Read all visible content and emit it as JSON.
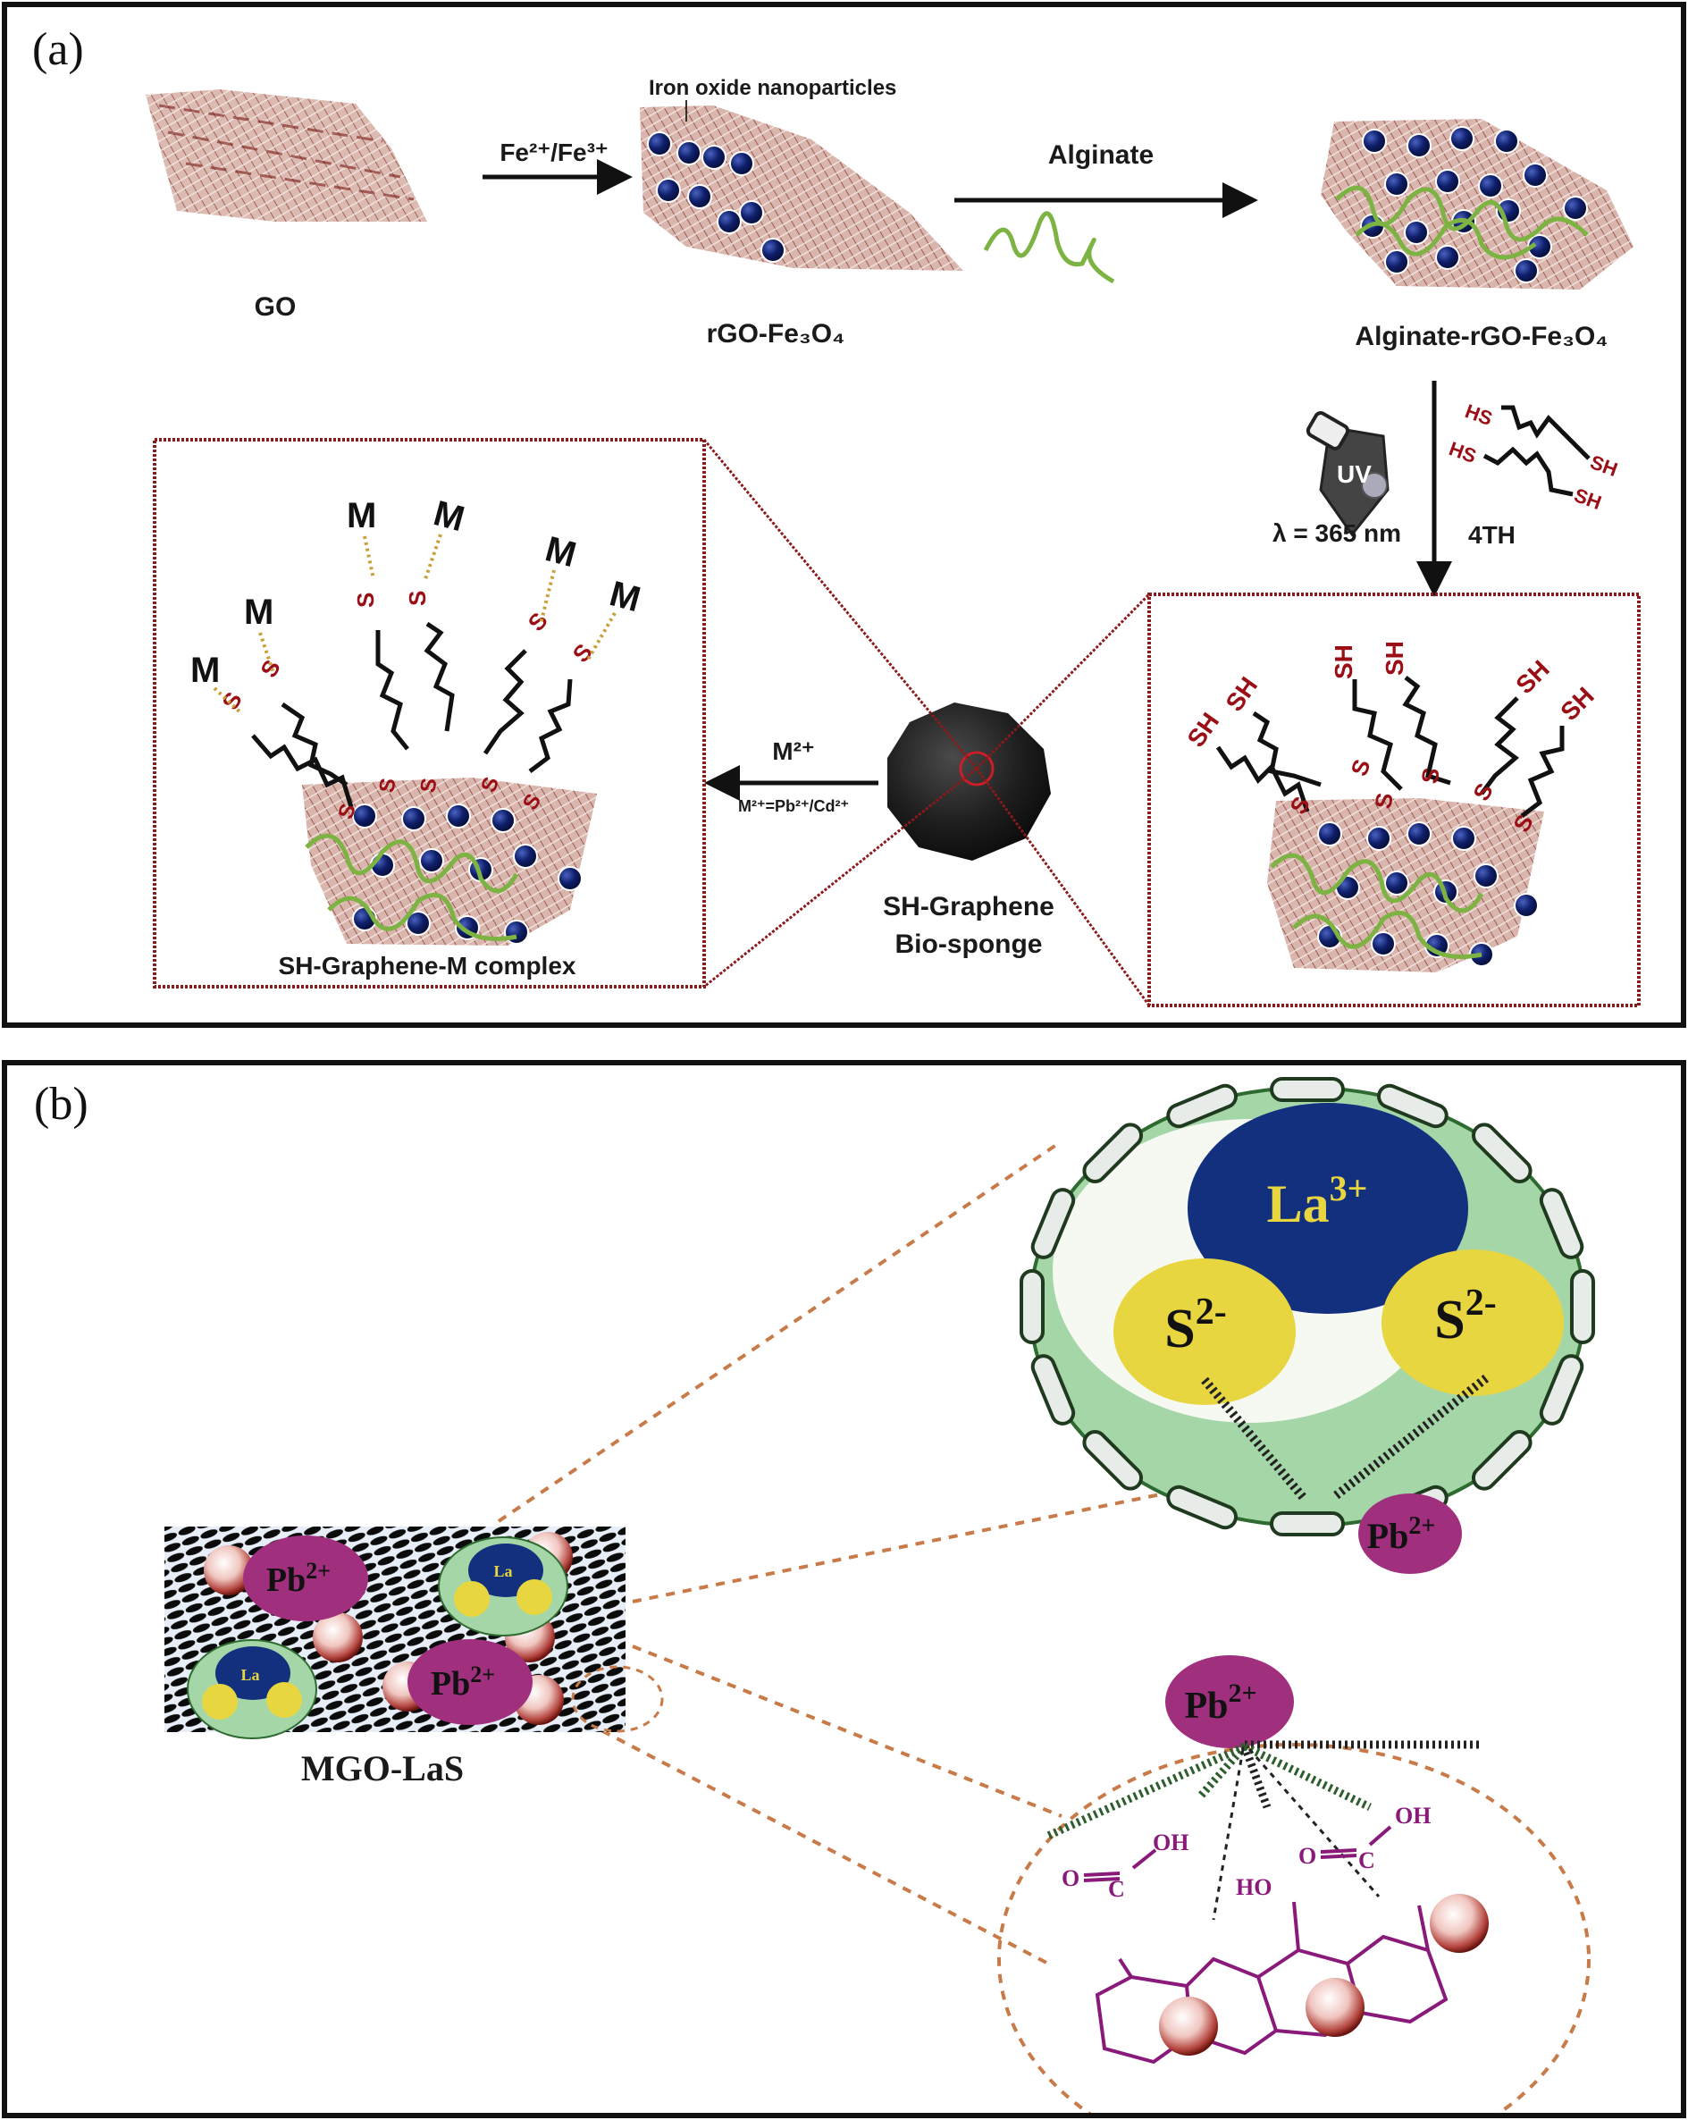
{
  "panel_a": {
    "label": "(a)",
    "go_label": "GO",
    "step1_reagent": "Fe²⁺/Fe³⁺",
    "nanoparticle_callout": "Iron oxide nanoparticles",
    "rgo_fe3o4_label": "rGO-Fe₃O₄",
    "step2_reagent": "Alginate",
    "alginate_rgo_label": "Alginate-rGO-Fe₃O₄",
    "uv_icon_text": "UV",
    "uv_condition": "λ = 365 nm",
    "crosslinker_label": "4TH",
    "thiol_group": "SH",
    "thiol_group_rev": "HS",
    "sulfur": "S",
    "metal": "M",
    "sponge_label_line1": "SH-Graphene",
    "sponge_label_line2": "Bio-sponge",
    "step3_reagent": "M²⁺",
    "step3_note": "M²⁺=Pb²⁺/Cd²⁺",
    "complex_label": "SH-Graphene-M complex"
  },
  "panel_b": {
    "label": "(b)",
    "mgo_las_label": "MGO-LaS",
    "la_ion": "La",
    "la_charge": "3+",
    "s_ion": "S",
    "s_charge": "2-",
    "pb_ion": "Pb",
    "pb_charge": "2+",
    "oh": "OH",
    "ho": "HO",
    "o": "O",
    "c": "C"
  },
  "colors": {
    "frame": "#111111",
    "graphene": "#c49a8e",
    "graphene_dark": "#8a2a22",
    "nanoparticle": "#0f1f6b",
    "alginate": "#7cb342",
    "thiol_red": "#9a0f16",
    "zoom_box": "#8b1a1a",
    "la_blue": "#13307f",
    "s_yellow": "#e8d640",
    "pb_magenta": "#a0307e",
    "shell_green": "#a5d6a7",
    "dashed_orange": "#c87a48",
    "ring_purple": "#8a1a7a"
  }
}
